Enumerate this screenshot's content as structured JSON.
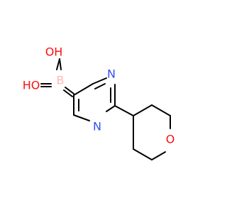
{
  "molecule": {
    "atoms": {
      "oh1": {
        "symbol": "OH",
        "color": "#ff0d0d"
      },
      "oh2": {
        "symbol": "HO",
        "color": "#ff0d0d"
      },
      "boron": {
        "symbol": "B",
        "color": "#ffb5b5"
      },
      "n1": {
        "symbol": "N",
        "color": "#3050f8"
      },
      "n2": {
        "symbol": "N",
        "color": "#3050f8"
      },
      "o_ring": {
        "symbol": "O",
        "color": "#ff0d0d"
      }
    },
    "bond_color": "#000000"
  }
}
